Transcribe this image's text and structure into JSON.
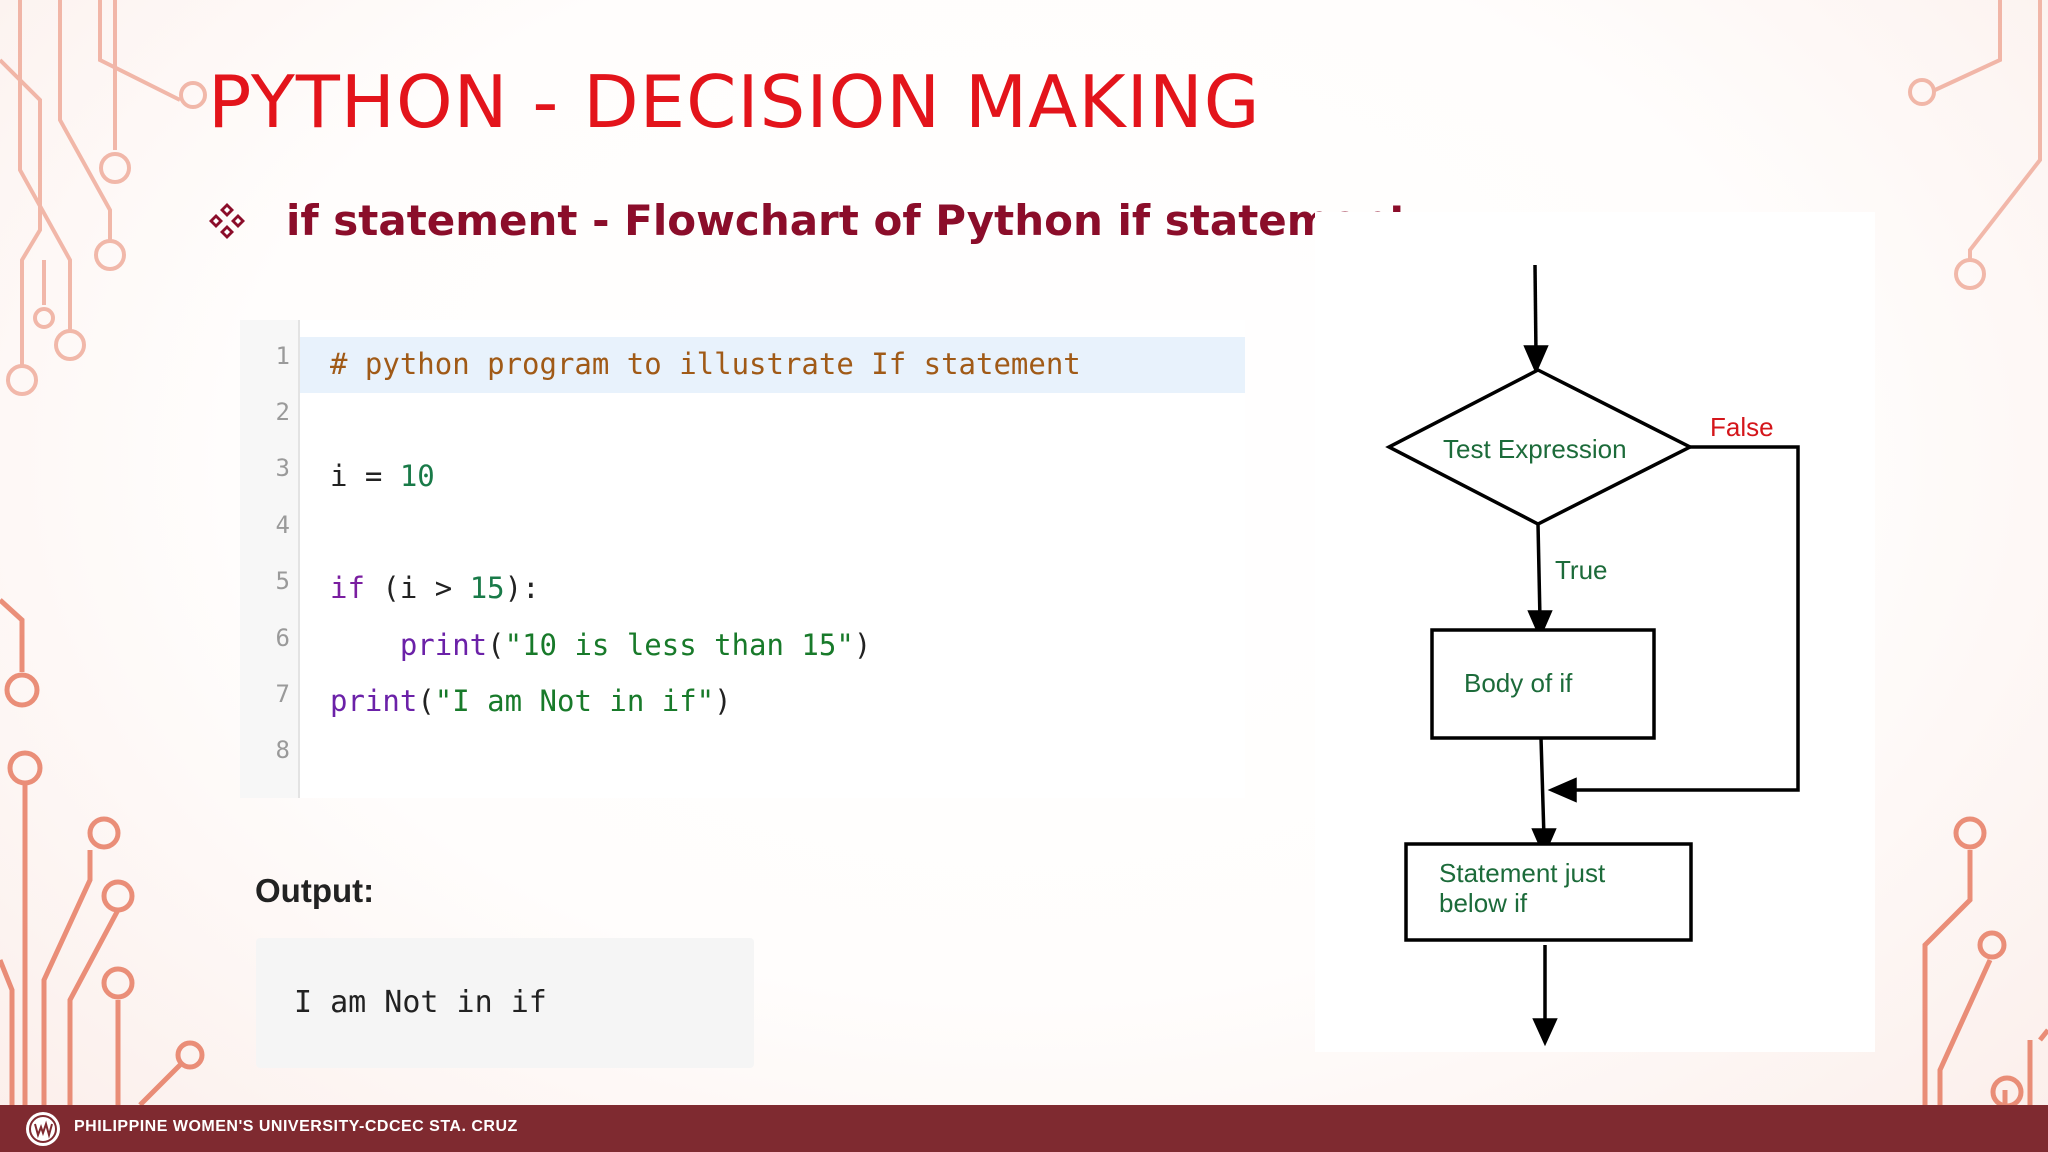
{
  "slide": {
    "title": "PYTHON - DECISION MAKING",
    "subtitle": "if statement - Flowchart of Python if statement",
    "colors": {
      "title": "#e3141b",
      "subtitle": "#8b0d2a",
      "footer": "#7f2a30",
      "circuit": "#e8836b"
    }
  },
  "code": {
    "line_numbers": [
      "1",
      "2",
      "3",
      "4",
      "5",
      "6",
      "7",
      "8"
    ],
    "line1": {
      "comment": "# python program to illustrate If statement"
    },
    "line3": {
      "var": "i = ",
      "num": "10"
    },
    "line5": {
      "kw": "if",
      "mid": " (i > ",
      "num": "15",
      "end": "):"
    },
    "line6": {
      "indent": "    ",
      "fn": "print",
      "open": "(",
      "str": "\"10 is less than 15\"",
      "close": ")"
    },
    "line7": {
      "fn": "print",
      "open": "(",
      "str": "\"I am Not in if\"",
      "close": ")"
    }
  },
  "output": {
    "label": "Output:",
    "text": "I am Not in if"
  },
  "flowchart": {
    "decision": "Test Expression",
    "false_label": "False",
    "true_label": "True",
    "body": "Body of if",
    "statement_line1": "Statement just",
    "statement_line2": "below if"
  },
  "footer": {
    "org": "PHILIPPINE WOMEN'S UNIVERSITY-CDCEC STA. CRUZ",
    "logo_icon": "pwu-seal-icon"
  }
}
